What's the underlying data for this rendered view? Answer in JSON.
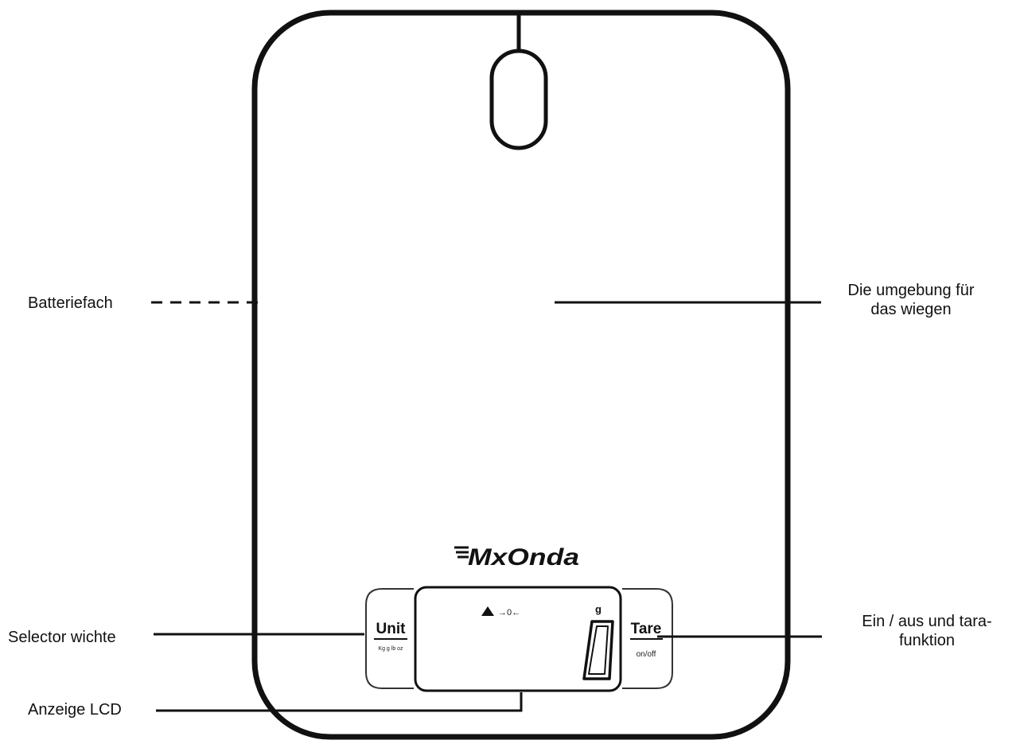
{
  "callouts": {
    "battery": "Batteriefach",
    "weighing_area": [
      "Die umgebung für",
      "das wiegen"
    ],
    "unit_selector": "Selector wichte",
    "power_tare": [
      "Ein / aus und tara-",
      "funktion"
    ],
    "lcd": "Anzeige LCD"
  },
  "brand": "MxOnda",
  "unit_button": {
    "label": "Unit",
    "sub": "Kg g lb oz"
  },
  "tare_button": {
    "label": "Tare",
    "sub": "on/off"
  },
  "lcd": {
    "indicator": "→0←",
    "unit": "g",
    "reading": "0"
  },
  "colors": {
    "stroke": "#111111",
    "background": "#ffffff"
  }
}
